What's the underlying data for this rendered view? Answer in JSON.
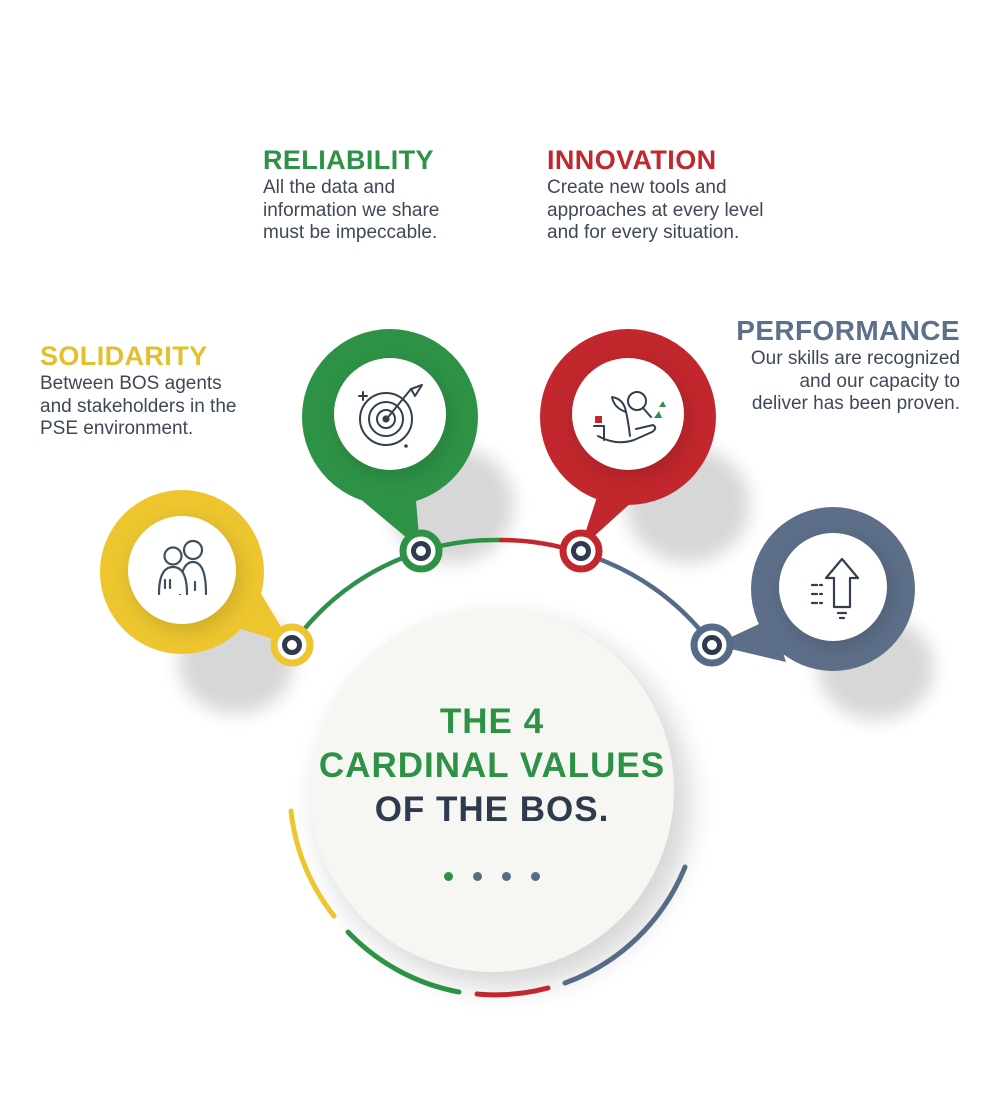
{
  "title": {
    "line1": "THE 4",
    "line2": "CARDINAL VALUES",
    "line3": "OF THE BOS."
  },
  "values": {
    "solidarity": {
      "label": "SOLIDARITY",
      "description": "Between BOS agents\nand stakeholders in the\nPSE environment.",
      "color": "#ecc52f",
      "icon": "people-icon"
    },
    "reliability": {
      "label": "RELIABILITY",
      "description": "All the data and\ninformation we share\nmust be impeccable.",
      "color": "#2e9246",
      "icon": "target-dart-icon"
    },
    "innovation": {
      "label": "INNOVATION",
      "description": "Create new tools and\napproaches at every level\nand for every situation.",
      "color": "#c1272d",
      "icon": "hand-sprout-magnifier-icon"
    },
    "performance": {
      "label": "PERFORMANCE",
      "description": "Our skills are recognized\nand our capacity to\ndeliver has been proven.",
      "color": "#5d6e88",
      "icon": "arrow-up-icon"
    }
  },
  "dots": {
    "colors": [
      "#2e9246",
      "#566b87",
      "#566b87",
      "#566b87"
    ]
  },
  "palette": {
    "green": "#2e9246",
    "red": "#c1272d",
    "yellow": "#ecc52f",
    "navy": "#5d6e88",
    "dark_text": "#2e3b4e",
    "body_text": "#3f4857"
  }
}
